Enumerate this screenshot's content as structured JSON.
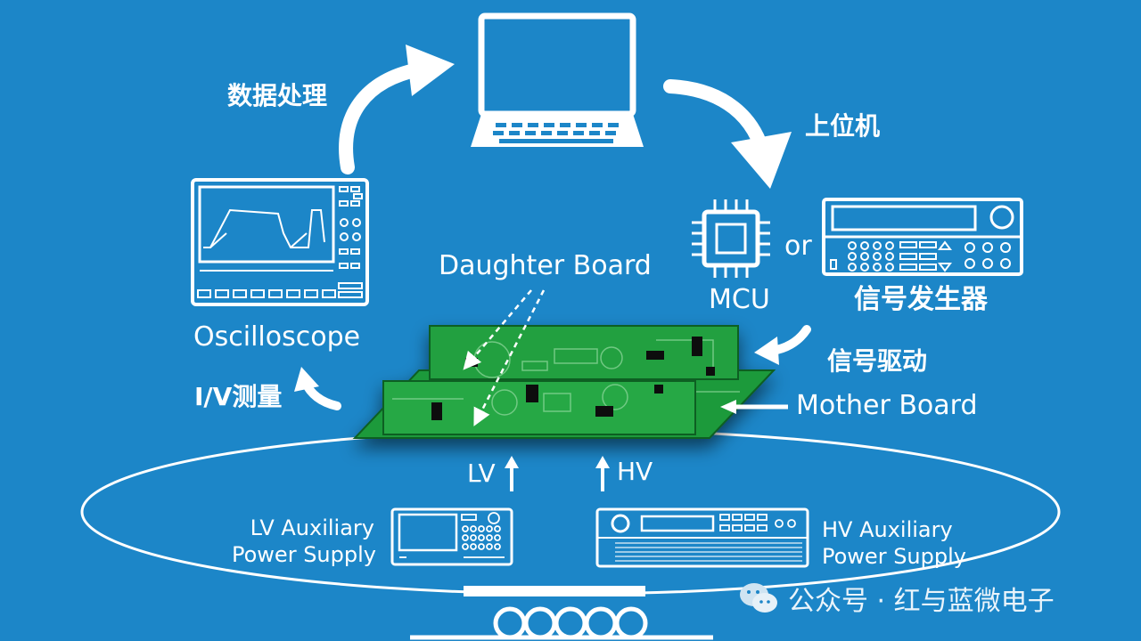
{
  "labels": {
    "data_processing": "数据处理",
    "host_computer": "上位机",
    "mcu": "MCU",
    "or": "or",
    "signal_generator": "信号发生器",
    "signal_drive": "信号驱动",
    "daughter_board": "Daughter Board",
    "mother_board": "Mother Board",
    "oscilloscope": "Oscilloscope",
    "iv_measure": "I/V测量",
    "lv": "LV",
    "hv": "HV",
    "lv_supply": [
      "LV Auxiliary",
      "Power Supply"
    ],
    "hv_supply": [
      "HV Auxiliary",
      "Power Supply"
    ]
  },
  "watermark": {
    "text": "公众号 · 红与蓝微电子",
    "icon": "wechat-icon"
  },
  "colors": {
    "background": "#1c86c8",
    "line": "#ffffff",
    "board_green": "#1f9a3a",
    "board_edge": "#0f5e22",
    "component": "#111111"
  }
}
